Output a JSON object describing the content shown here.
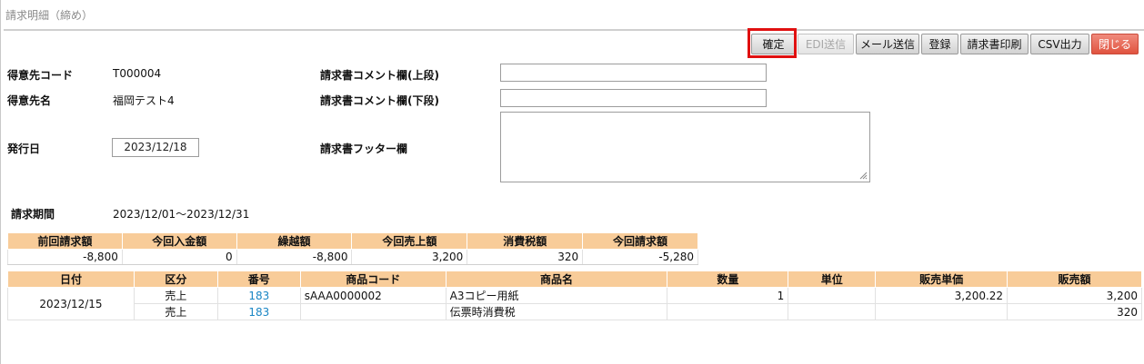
{
  "page": {
    "title": "請求明細（締め）"
  },
  "toolbar": {
    "buttons": [
      {
        "label": "確定",
        "state": "highlighted"
      },
      {
        "label": "EDI送信",
        "state": "disabled"
      },
      {
        "label": "メール送信",
        "state": "normal"
      },
      {
        "label": "登録",
        "state": "normal"
      },
      {
        "label": "請求書印刷",
        "state": "normal"
      },
      {
        "label": "CSV出力",
        "state": "normal"
      },
      {
        "label": "閉じる",
        "state": "danger"
      }
    ]
  },
  "header": {
    "customer_code_label": "得意先コード",
    "customer_code": "T000004",
    "customer_name_label": "得意先名",
    "customer_name": "福岡テスト4",
    "issue_date_label": "発行日",
    "issue_date": "2023/12/18",
    "billing_period_label": "請求期間",
    "billing_period": "2023/12/01～2023/12/31",
    "comment_upper_label": "請求書コメント欄(上段)",
    "comment_upper_value": "",
    "comment_lower_label": "請求書コメント欄(下段)",
    "comment_lower_value": "",
    "footer_label": "請求書フッター欄",
    "footer_value": ""
  },
  "summary": {
    "columns": [
      "前回請求額",
      "今回入金額",
      "繰越額",
      "今回売上額",
      "消費税額",
      "今回請求額"
    ],
    "values": [
      "-8,800",
      "0",
      "-8,800",
      "3,200",
      "320",
      "-5,280"
    ]
  },
  "details": {
    "columns": [
      "日付",
      "区分",
      "番号",
      "商品コード",
      "商品名",
      "数量",
      "単位",
      "販売単価",
      "販売額"
    ],
    "date": "2023/12/15",
    "rows": [
      {
        "kubun": "売上",
        "number": "183",
        "code": "sAAA0000002",
        "name": "A3コピー用紙",
        "qty": "1",
        "unit": "",
        "price": "3,200.22",
        "amount": "3,200"
      },
      {
        "kubun": "売上",
        "number": "183",
        "code": "",
        "name": "伝票時消費税",
        "qty": "",
        "unit": "",
        "price": "",
        "amount": "320"
      }
    ]
  },
  "colors": {
    "header_bg": "#f8cc99",
    "link": "#1a86c4",
    "close_button": "#e0533f",
    "highlight": "#e01010"
  }
}
